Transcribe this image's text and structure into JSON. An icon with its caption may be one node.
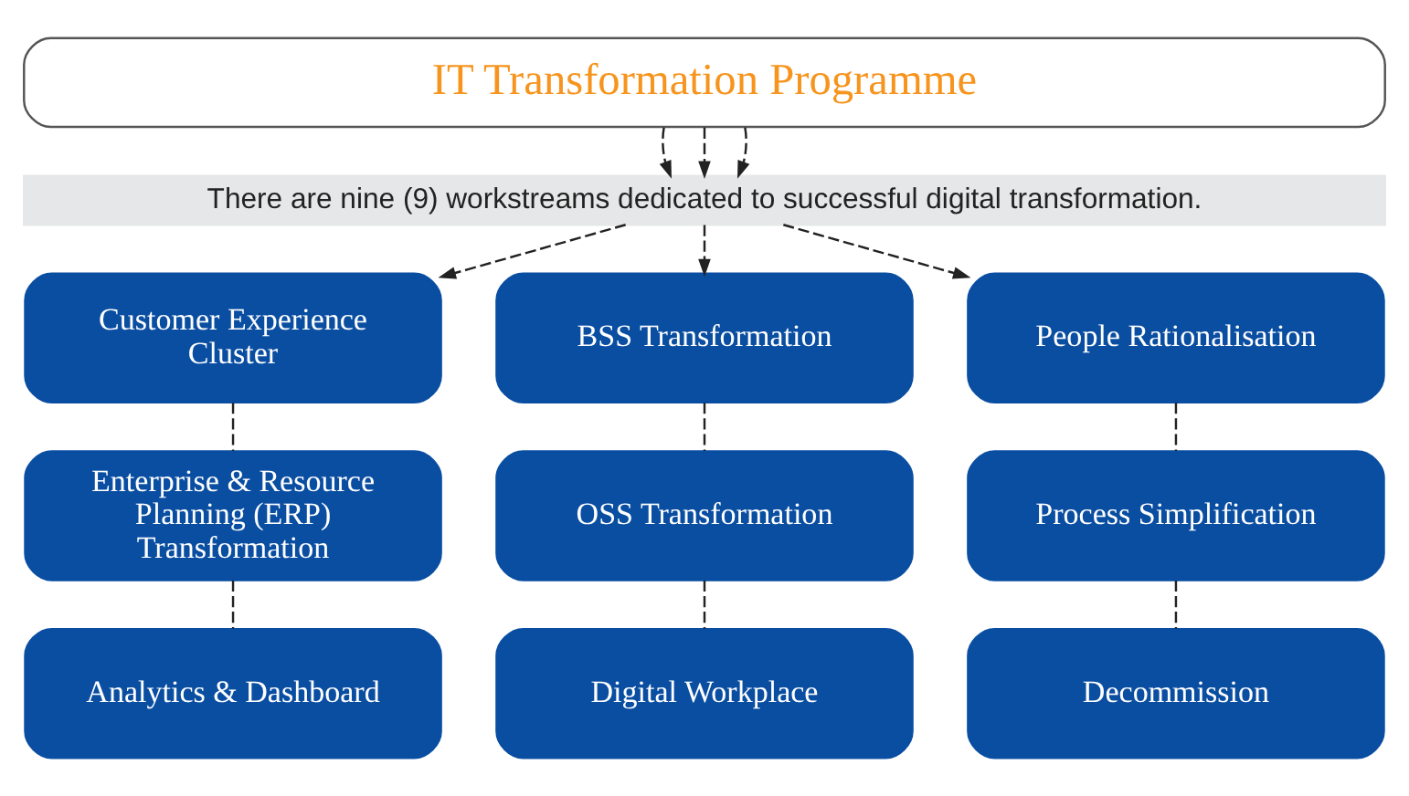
{
  "diagram": {
    "nodes": [
      {
        "text": [
          "IT Transformation Programme"
        ]
      },
      {
        "text": [
          "There are nine (9) workstreams dedicated to successful digital transformation."
        ]
      },
      {
        "text": [
          "Customer Experience Cluster"
        ]
      },
      {
        "text": [
          "BSS Transformation"
        ]
      },
      {
        "text": [
          "People Rationalisation"
        ]
      },
      {
        "text": [
          "Enterprise & Resource Planning (ERP) Transformation"
        ]
      },
      {
        "text": [
          "OSS Transformation"
        ]
      },
      {
        "text": [
          "Process Simplification"
        ]
      },
      {
        "text": [
          "Analytics & Dashboard"
        ]
      },
      {
        "text": [
          "Digital Workplace"
        ]
      },
      {
        "text": [
          "Decommission"
        ]
      }
    ],
    "edges": [
      {
        "from": 0,
        "to": 1,
        "arrow": "to",
        "style": "dashed"
      },
      {
        "from": 0,
        "to": 1,
        "arrow": "to",
        "style": "dashed"
      },
      {
        "from": 0,
        "to": 1,
        "arrow": "to",
        "style": "dashed"
      },
      {
        "from": 1,
        "to": 2,
        "arrow": "to",
        "style": "dashed"
      },
      {
        "from": 1,
        "to": 3,
        "arrow": "to",
        "style": "dashed"
      },
      {
        "from": 1,
        "to": 4,
        "arrow": "to",
        "style": "dashed"
      },
      {
        "from": 2,
        "to": 5,
        "arrow": "none",
        "style": "dashed"
      },
      {
        "from": 3,
        "to": 6,
        "arrow": "none",
        "style": "dashed"
      },
      {
        "from": 4,
        "to": 7,
        "arrow": "none",
        "style": "dashed"
      },
      {
        "from": 5,
        "to": 8,
        "arrow": "none",
        "style": "dashed"
      },
      {
        "from": 6,
        "to": 9,
        "arrow": "none",
        "style": "dashed"
      },
      {
        "from": 7,
        "to": 10,
        "arrow": "none",
        "style": "dashed"
      }
    ]
  }
}
